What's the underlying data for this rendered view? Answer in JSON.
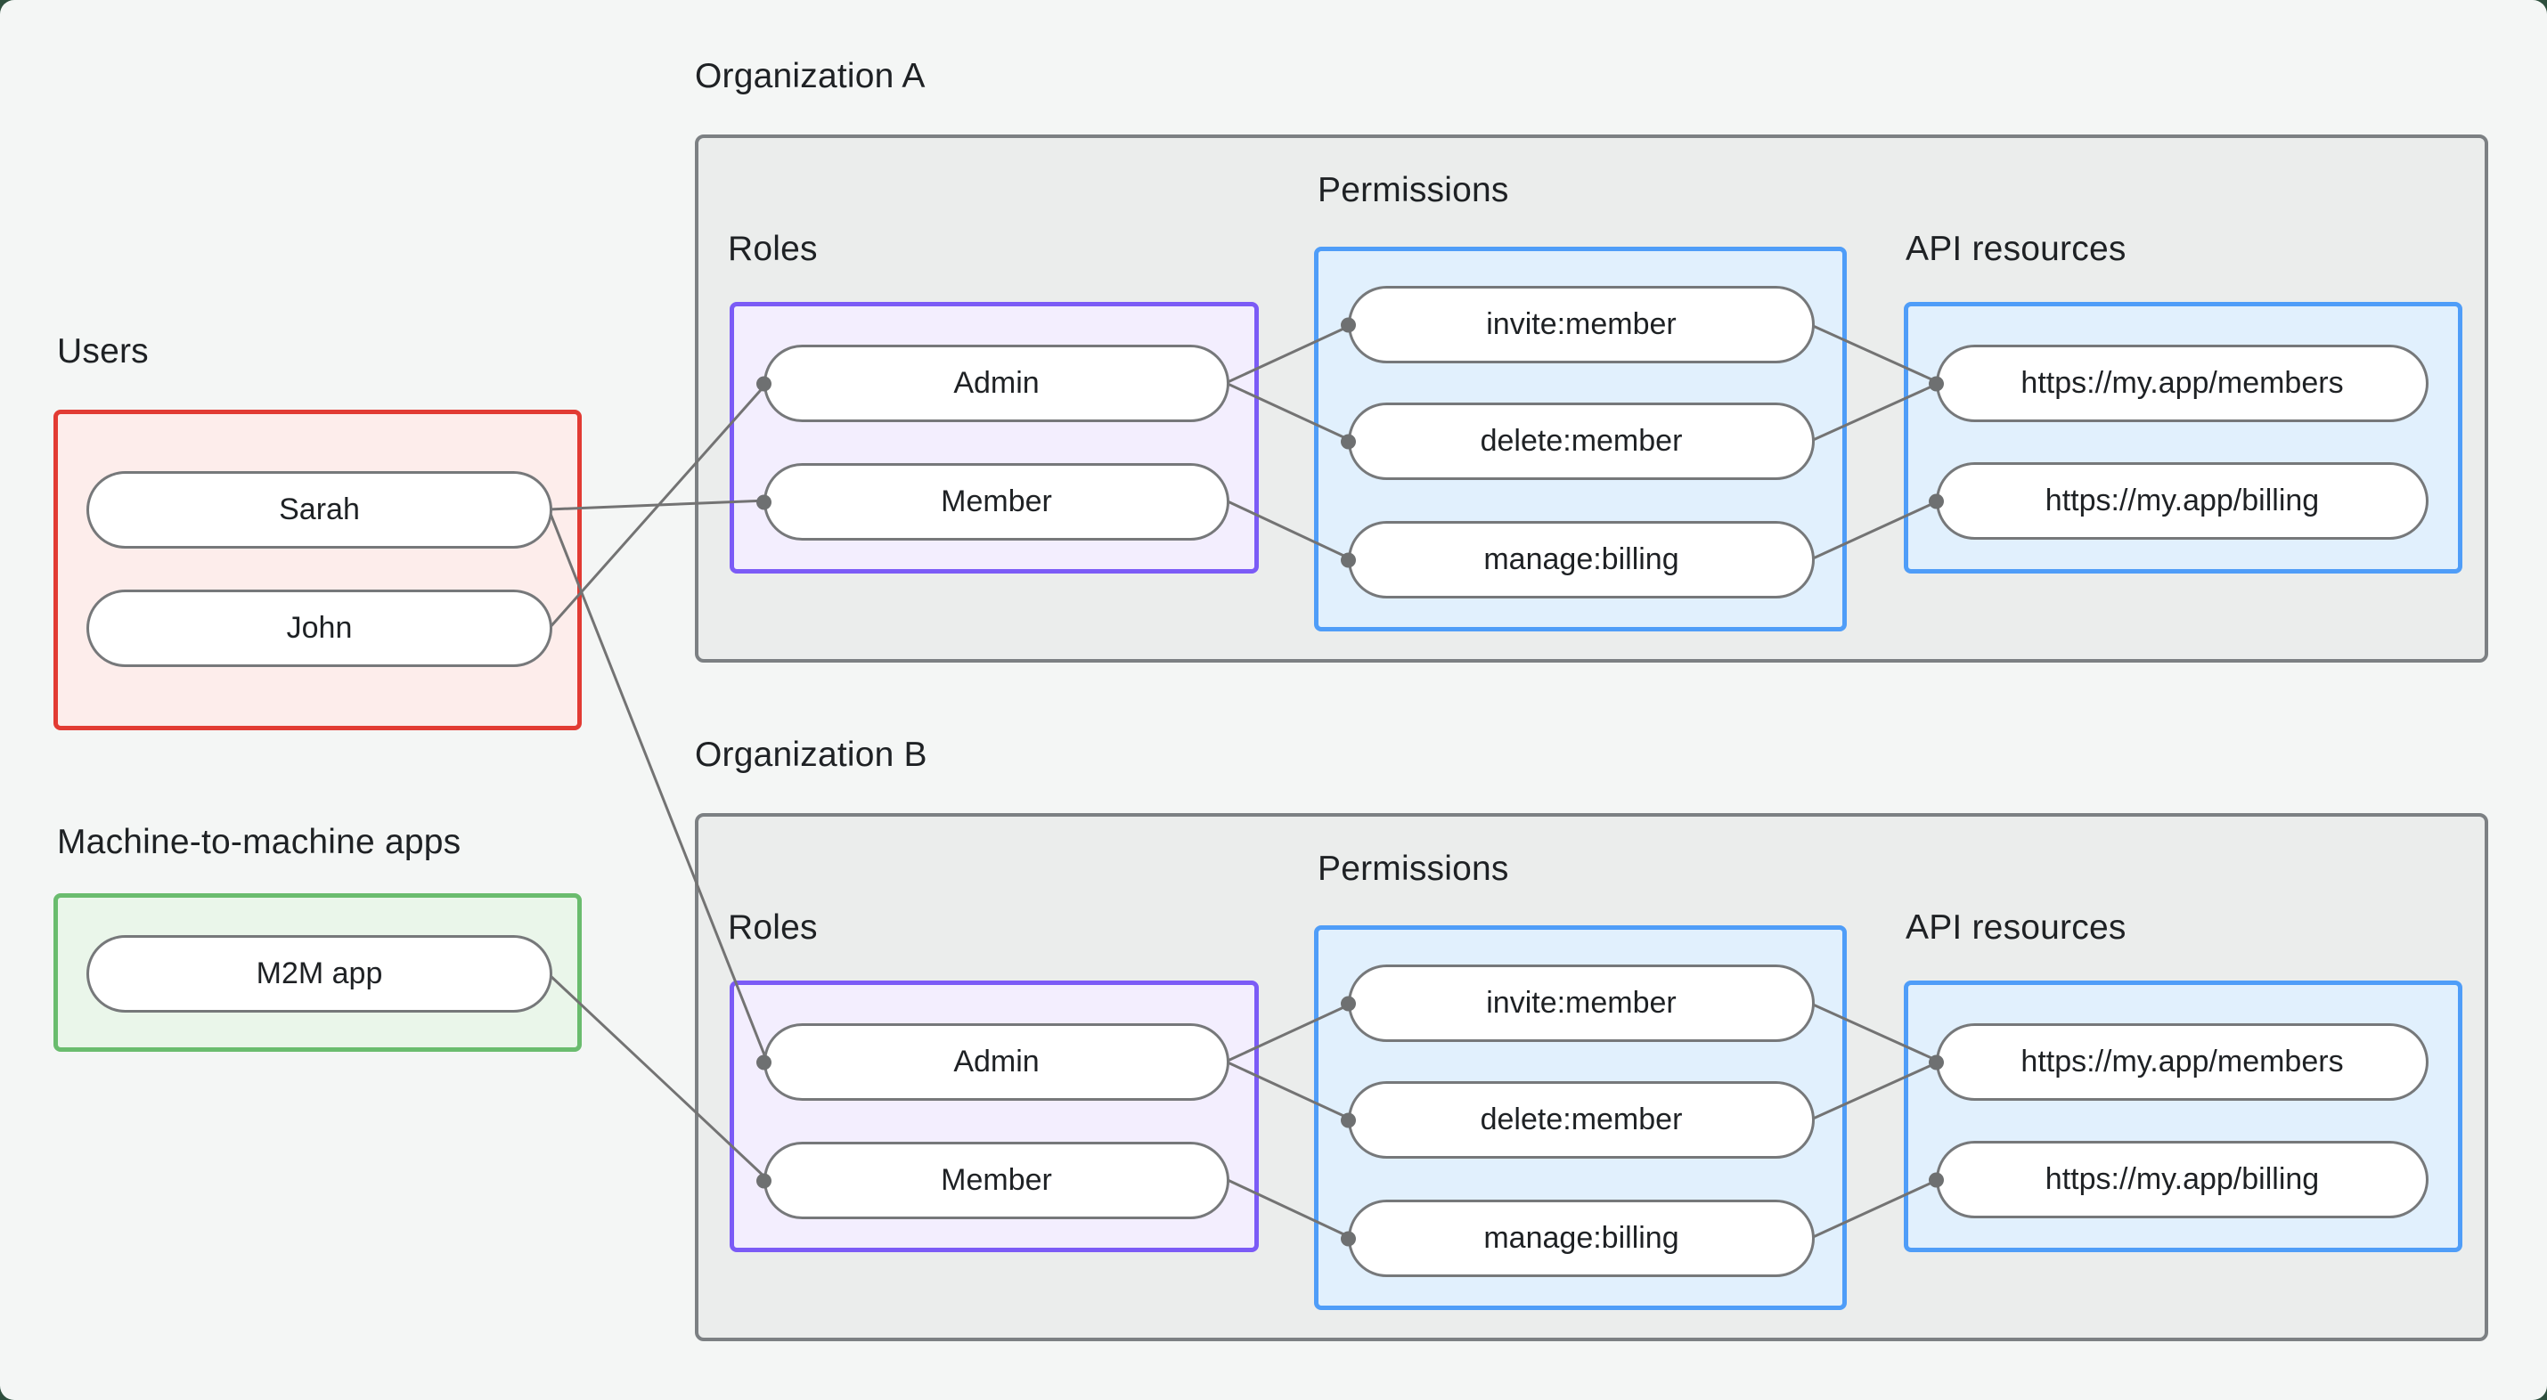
{
  "palette": {
    "page_bg": "#f4f6f5",
    "frame_bg": "#2e4f3d",
    "org_fill": "#ebedec",
    "org_border": "#7c8083",
    "node_fill": "#ffffff",
    "node_border": "#76787a",
    "edge": "#737373",
    "dot": "#6e7071",
    "text": "#1e2124",
    "red_border": "#e23b33",
    "red_fill": "#fdedeb",
    "green_border": "#6abc6e",
    "green_fill": "#eaf6ea",
    "purple_border": "#7b5bf6",
    "purple_fill": "#f3eefe",
    "blue_border": "#4f9df8",
    "blue_fill": "#e1f0fd"
  },
  "users_section": {
    "label": "Users",
    "items": [
      "Sarah",
      "John"
    ]
  },
  "m2m_section": {
    "label": "Machine-to-machine apps",
    "items": [
      "M2M app"
    ]
  },
  "org_a": {
    "title": "Organization A",
    "roles_label": "Roles",
    "roles": [
      "Admin",
      "Member"
    ],
    "permissions_label": "Permissions",
    "permissions": [
      "invite:member",
      "delete:member",
      "manage:billing"
    ],
    "api_label": "API resources",
    "api_resources": [
      "https://my.app/members",
      "https://my.app/billing"
    ]
  },
  "org_b": {
    "title": "Organization B",
    "roles_label": "Roles",
    "roles": [
      "Admin",
      "Member"
    ],
    "permissions_label": "Permissions",
    "permissions": [
      "invite:member",
      "delete:member",
      "manage:billing"
    ],
    "api_label": "API resources",
    "api_resources": [
      "https://my.app/members",
      "https://my.app/billing"
    ]
  },
  "connections": [
    {
      "from": "Sarah",
      "to": "Organization A / Member"
    },
    {
      "from": "John",
      "to": "Organization A / Admin"
    },
    {
      "from": "Sarah",
      "to": "Organization B / Admin"
    },
    {
      "from": "M2M app",
      "to": "Organization B / Member"
    },
    {
      "from": "Organization A / Admin",
      "to": "Organization A / invite:member"
    },
    {
      "from": "Organization A / Admin",
      "to": "Organization A / delete:member"
    },
    {
      "from": "Organization A / Member",
      "to": "Organization A / manage:billing"
    },
    {
      "from": "Organization A / invite:member",
      "to": "Organization A / https://my.app/members"
    },
    {
      "from": "Organization A / delete:member",
      "to": "Organization A / https://my.app/members"
    },
    {
      "from": "Organization A / manage:billing",
      "to": "Organization A / https://my.app/billing"
    },
    {
      "from": "Organization B / Admin",
      "to": "Organization B / invite:member"
    },
    {
      "from": "Organization B / Admin",
      "to": "Organization B / delete:member"
    },
    {
      "from": "Organization B / Member",
      "to": "Organization B / manage:billing"
    },
    {
      "from": "Organization B / invite:member",
      "to": "Organization B / https://my.app/members"
    },
    {
      "from": "Organization B / delete:member",
      "to": "Organization B / https://my.app/members"
    },
    {
      "from": "Organization B / manage:billing",
      "to": "Organization B / https://my.app/billing"
    }
  ]
}
